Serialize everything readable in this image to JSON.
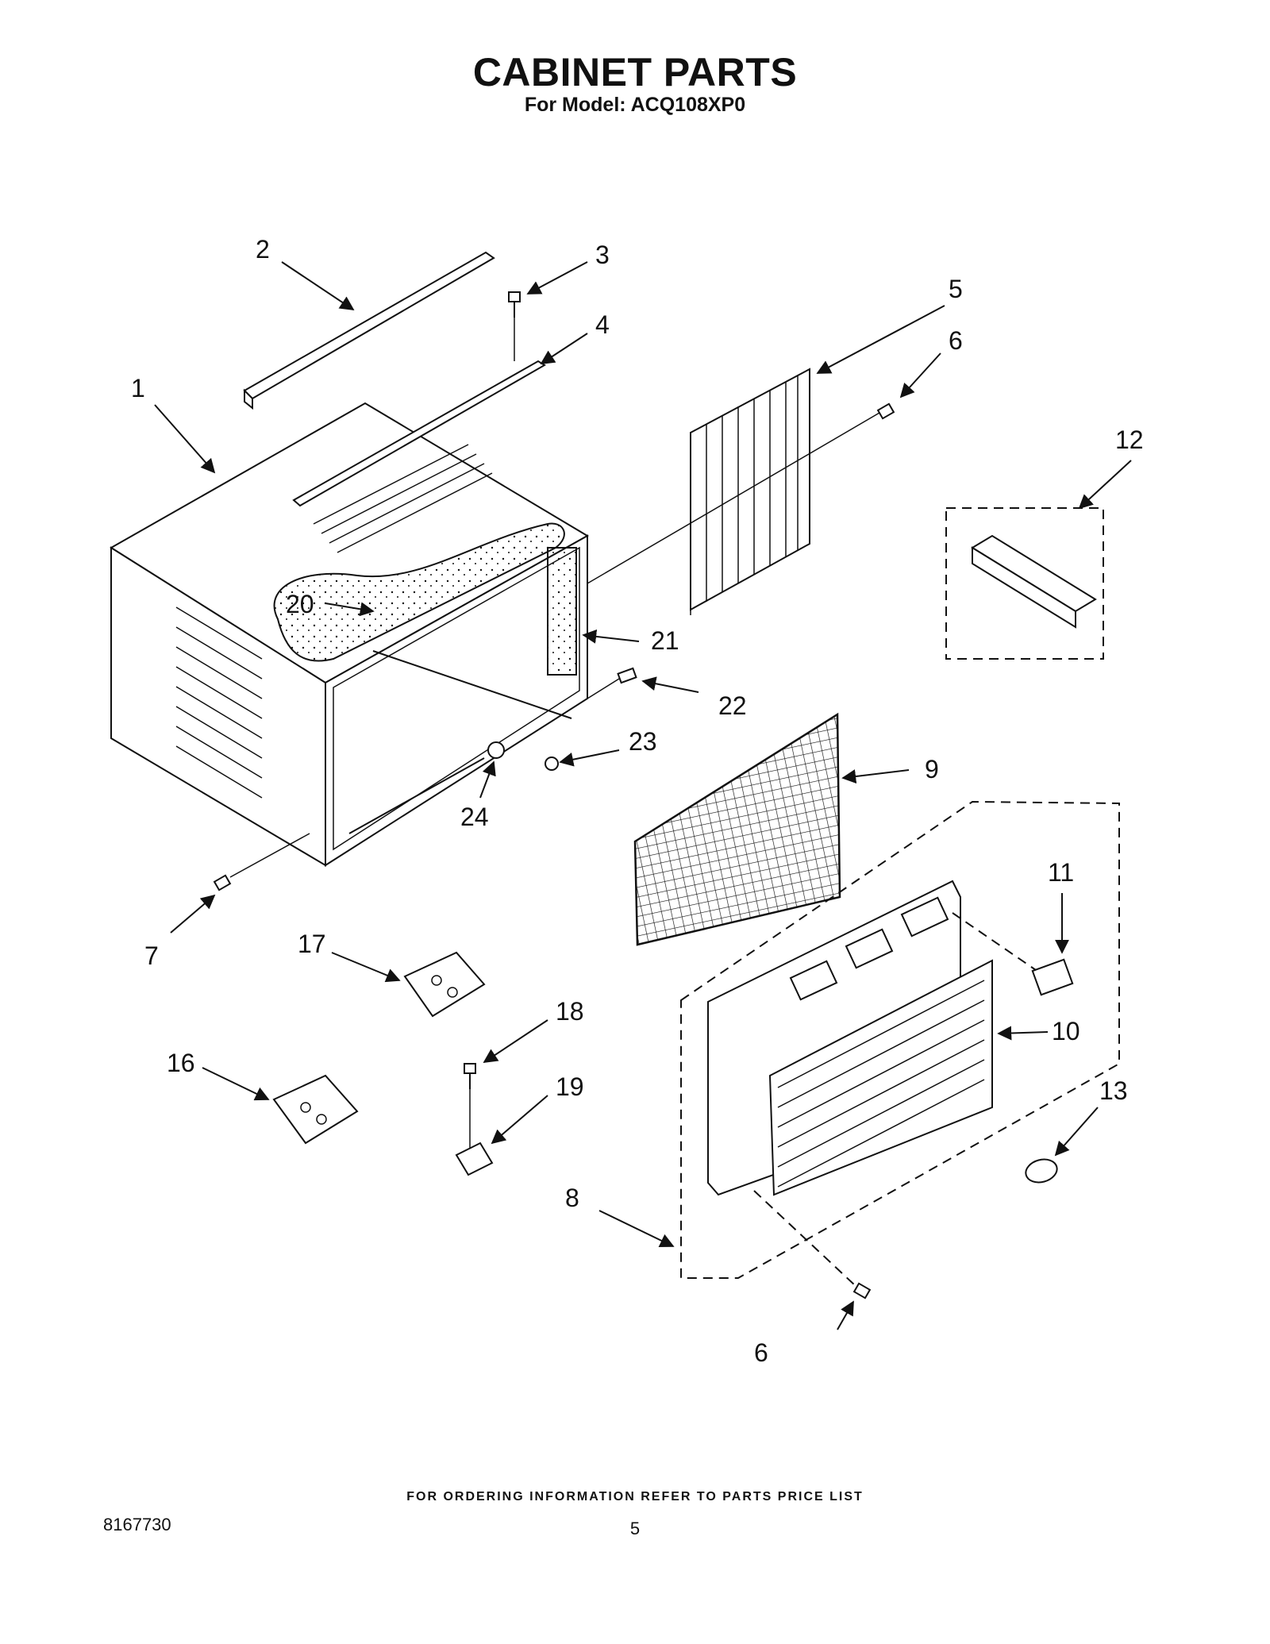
{
  "header": {
    "title": "CABINET PARTS",
    "subtitle": "For Model: ACQ108XP0"
  },
  "callouts": [
    {
      "id": "1",
      "label": "1"
    },
    {
      "id": "2",
      "label": "2"
    },
    {
      "id": "3",
      "label": "3"
    },
    {
      "id": "4",
      "label": "4"
    },
    {
      "id": "5",
      "label": "5"
    },
    {
      "id": "6a",
      "label": "6"
    },
    {
      "id": "6b",
      "label": "6"
    },
    {
      "id": "7",
      "label": "7"
    },
    {
      "id": "8",
      "label": "8"
    },
    {
      "id": "9",
      "label": "9"
    },
    {
      "id": "10",
      "label": "10"
    },
    {
      "id": "11",
      "label": "11"
    },
    {
      "id": "12",
      "label": "12"
    },
    {
      "id": "13",
      "label": "13"
    },
    {
      "id": "16",
      "label": "16"
    },
    {
      "id": "17",
      "label": "17"
    },
    {
      "id": "18",
      "label": "18"
    },
    {
      "id": "19",
      "label": "19"
    },
    {
      "id": "20",
      "label": "20"
    },
    {
      "id": "21",
      "label": "21"
    },
    {
      "id": "22",
      "label": "22"
    },
    {
      "id": "23",
      "label": "23"
    },
    {
      "id": "24",
      "label": "24"
    }
  ],
  "footer": {
    "ordering_note": "FOR ORDERING INFORMATION REFER TO PARTS PRICE LIST",
    "document_number": "8167730",
    "page_number": "5"
  }
}
